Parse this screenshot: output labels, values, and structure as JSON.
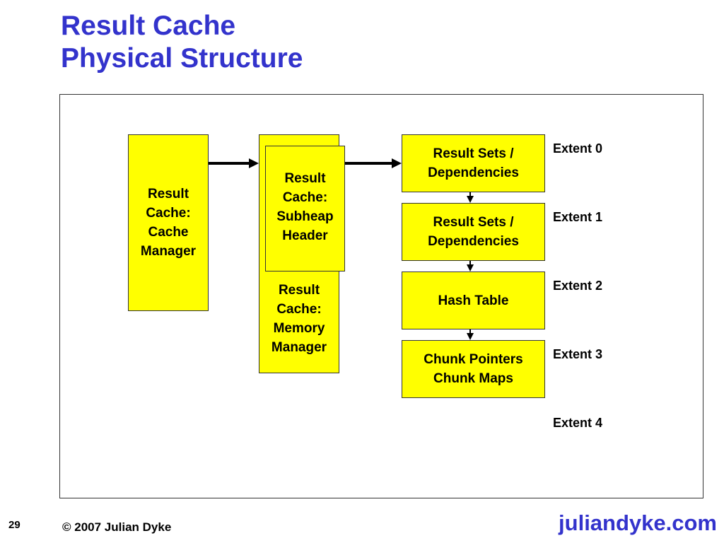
{
  "title": {
    "line1": "Result Cache",
    "line2": "Physical Structure"
  },
  "diagram": {
    "cache_manager": "Result\nCache:\nCache\nManager",
    "memory_manager": "Result\nCache:\nMemory\nManager",
    "subheap_header": "Result\nCache:\nSubheap\nHeader",
    "extent_boxes": [
      "Result Sets /\nDependencies",
      "Result Sets /\nDependencies",
      "Hash Table",
      "Chunk Pointers\nChunk Maps"
    ],
    "extent_labels": [
      "Extent 0",
      "Extent 1",
      "Extent 2",
      "Extent 3",
      "Extent 4"
    ],
    "colors": {
      "box_fill": "#ffff00",
      "title": "#3333cc"
    }
  },
  "footer": {
    "slide_number": "29",
    "copyright": "© 2007 Julian Dyke",
    "site": "juliandyke.com"
  }
}
